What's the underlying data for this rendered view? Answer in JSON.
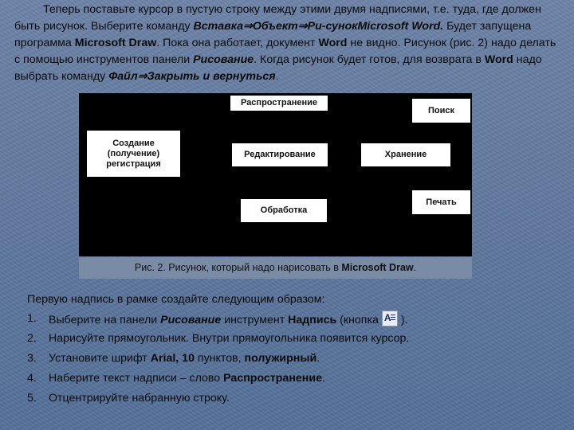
{
  "intro": {
    "p1": "Теперь поставьте курсор в пустую строку между этими двумя надписями, т.е. туда, где должен быть рисунок. Выберите команду ",
    "cmd1": "Вставка",
    "arrow": "⇒",
    "cmd2": "Объект",
    "cmd3": "Ри-сунок",
    "cmd4": "Microsoft Word.",
    "p2": " Будет запущена программа ",
    "prog": "Microsoft Draw",
    "p3": ". Пока она работает, документ ",
    "word1": "Word",
    "p4": " не видно. Рисунок (рис. 2) надо делать с помощью инструментов панели ",
    "panel": "Рисование",
    "p5": ". Когда рисунок будет готов, для возврата в ",
    "word2": "Word",
    "p6": " надо выбрать команду ",
    "cmd5": "Файл",
    "cmd6": "Закрыть и вернуться",
    "p7": "."
  },
  "figure": {
    "boxes": {
      "dissemination": "Распространение",
      "search": "Поиск",
      "creation": "Создание (получение) регистрация",
      "editing": "Редактирование",
      "storage": "Хранение",
      "print": "Печать",
      "processing": "Обработка"
    },
    "caption_pre": "Рис. 2. Рисунок, который надо нарисовать в ",
    "caption_bold": "Microsoft Draw",
    "caption_post": "."
  },
  "section_lead": "Первую надпись в рамке создайте следующим образом:",
  "steps": [
    {
      "num": "1.",
      "a": "Выберите на панели ",
      "b": "Рисование",
      "c": " инструмент ",
      "d": "Надпись",
      "e": " (кнопка",
      "f": ")."
    },
    {
      "num": "2.",
      "text": "Нарисуйте прямоугольник. Внутри прямоугольника появится курсор."
    },
    {
      "num": "3.",
      "a": "Установите шрифт ",
      "b": "Arial, 10",
      "c": " пунктов, ",
      "d": "полужирный",
      "e": "."
    },
    {
      "num": "4.",
      "a": "Наберите текст надписи – слово ",
      "b": "Распространение",
      "c": "."
    },
    {
      "num": "5.",
      "text": "Отцентрируйте набранную строку."
    }
  ]
}
